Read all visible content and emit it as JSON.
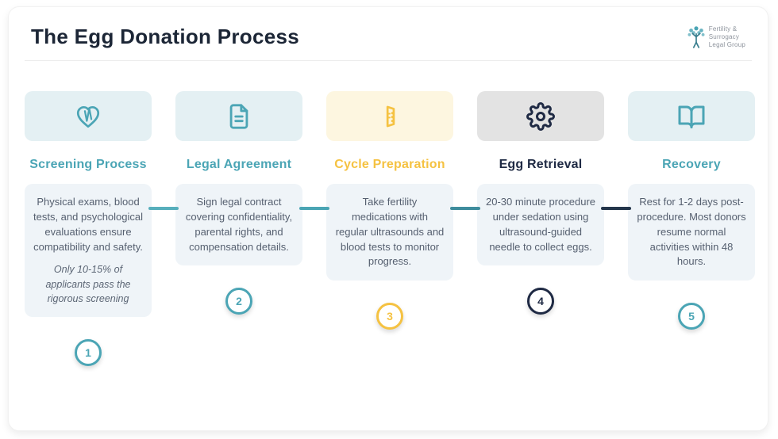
{
  "page": {
    "title": "The Egg Donation Process"
  },
  "logo": {
    "line1": "Fertility &",
    "line2": "Surrogacy",
    "line3": "Legal Group"
  },
  "colors": {
    "teal_accent": "#4ba5b5",
    "yellow_accent": "#f5c242",
    "navy_accent": "#1f2a44",
    "teal_box_bg": "#e4f0f3",
    "yellow_box_bg": "#fdf6e0",
    "gray_box_bg": "#e3e3e3",
    "desc_box_bg": "#eff4f8",
    "connector_1": "#57afbc",
    "connector_2": "#4aa5b4",
    "connector_3": "#3e8c9d",
    "connector_4": "#24364b"
  },
  "steps": [
    {
      "number": "1",
      "label": "Screening Process",
      "description": "Physical exams, blood tests, and psychological evaluations ensure compatibility and safety.",
      "note": "Only 10-15% of applicants pass the rigorous screening",
      "icon": "heart-stethoscope-icon",
      "accent": "#4ba5b5"
    },
    {
      "number": "2",
      "label": "Legal Agreement",
      "description": "Sign legal contract covering confidentiality, parental rights, and compensation details.",
      "icon": "document-icon",
      "accent": "#4ba5b5"
    },
    {
      "number": "3",
      "label": "Cycle Preparation",
      "description": "Take fertility medications with regular ultrasounds and blood tests to monitor progress.",
      "icon": "medication-icon",
      "accent": "#f5c242"
    },
    {
      "number": "4",
      "label": "Egg Retrieval",
      "description": "20-30 minute procedure under sedation using ultrasound-guided needle to collect eggs.",
      "icon": "gear-icon",
      "accent": "#1f2a44"
    },
    {
      "number": "5",
      "label": "Recovery",
      "description": "Rest for 1-2 days post-procedure. Most donors resume normal activities within 48 hours.",
      "icon": "open-book-icon",
      "accent": "#4ba5b5"
    }
  ]
}
